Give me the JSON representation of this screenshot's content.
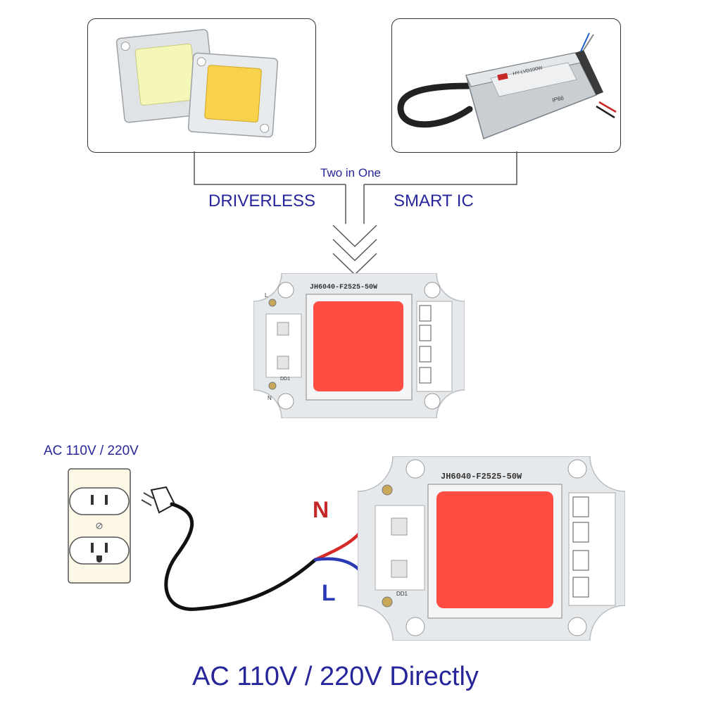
{
  "top_labels": {
    "two_in_one": "Two in One",
    "driverless": "DRIVERLESS",
    "smart_ic": "SMART IC"
  },
  "led_module": {
    "part_number": "JH6040-F2525-50W",
    "terminal_l": "L",
    "terminal_n": "N",
    "chip_code": "DD1"
  },
  "driver": {
    "model": "HY-LVD100W",
    "rating": "IP66"
  },
  "outlet_label": "AC 110V / 220V",
  "wire_labels": {
    "n": "N",
    "l": "L"
  },
  "footer": "AC 110V / 220V Directly",
  "colors": {
    "label_blue": "#26269a",
    "wire_red": "#d42a2a",
    "wire_blue": "#2a3ab5",
    "led_red": "#ff4d44",
    "pcb_silver": "#e6e9ec"
  }
}
